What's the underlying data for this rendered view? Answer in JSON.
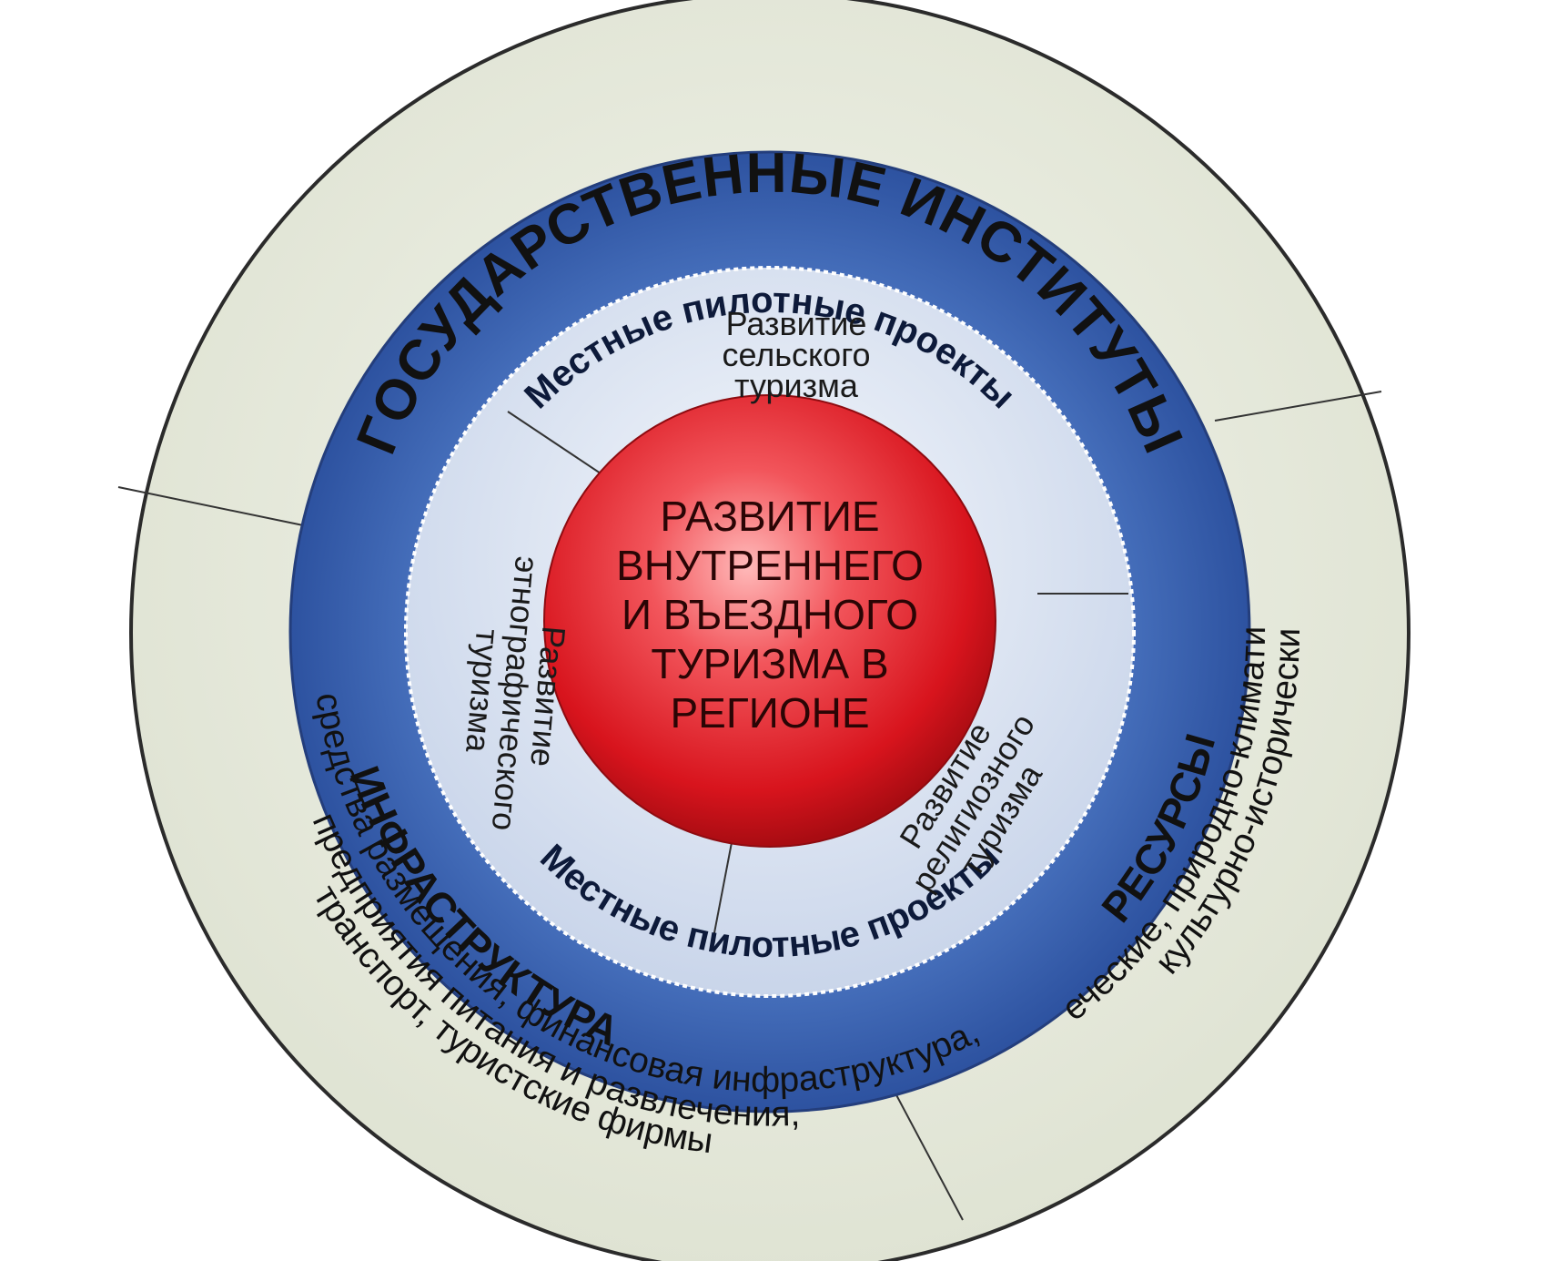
{
  "outer": {
    "title": "ГОСУДАРСТВЕННЫЕ ИНСТИТУТЫ",
    "infrastructure": {
      "title": "ИНФРАСТРУКТУРА",
      "lines": [
        "средства размещения, финансовая инфраструктура,",
        "предприятия питания и развлечения,",
        "транспорт, туристские фирмы"
      ]
    },
    "resources": {
      "title": "РЕСУРСЫ",
      "lines": [
        "человеческие, природно-климатические,",
        "культурно-исторические"
      ]
    }
  },
  "blue_ring": {
    "top_label": "Местные пилотные проекты",
    "bottom_label": "Местные пилотные проекты"
  },
  "inner_ring": {
    "rural": [
      "Развитие",
      "сельского",
      "туризма"
    ],
    "ethnographic": [
      "Развитие",
      "этнографического",
      "туризма"
    ],
    "religious": [
      "Развитие",
      "религиозного",
      "туризма"
    ]
  },
  "center": {
    "lines": [
      "РАЗВИТИЕ",
      "ВНУТРЕННЕГО",
      "И ВЪЕЗДНОГО",
      "ТУРИЗМА В",
      "РЕГИОНЕ"
    ]
  },
  "colors": {
    "outer_ring": "#e6e9dc",
    "blue_ring": "#3f67b3",
    "inner_ring": "#dbe3f0",
    "center": "#e0232a"
  }
}
